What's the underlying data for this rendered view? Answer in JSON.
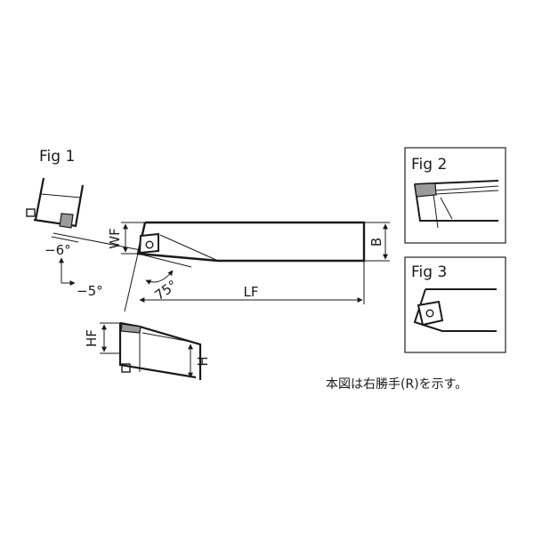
{
  "figures": {
    "fig1": "Fig 1",
    "fig2": "Fig 2",
    "fig3": "Fig 3"
  },
  "dimensions": {
    "wf": "WF",
    "b": "B",
    "lf": "LF",
    "hf": "HF",
    "h": "H"
  },
  "angles": {
    "side_rake": "−6°",
    "back_rake": "−5°",
    "approach": "75°"
  },
  "note": "本図は右勝手(R)を示す。",
  "colors": {
    "line": "#1a1a1a",
    "insert": "#9a9a9a",
    "panel_border": "#333333"
  }
}
